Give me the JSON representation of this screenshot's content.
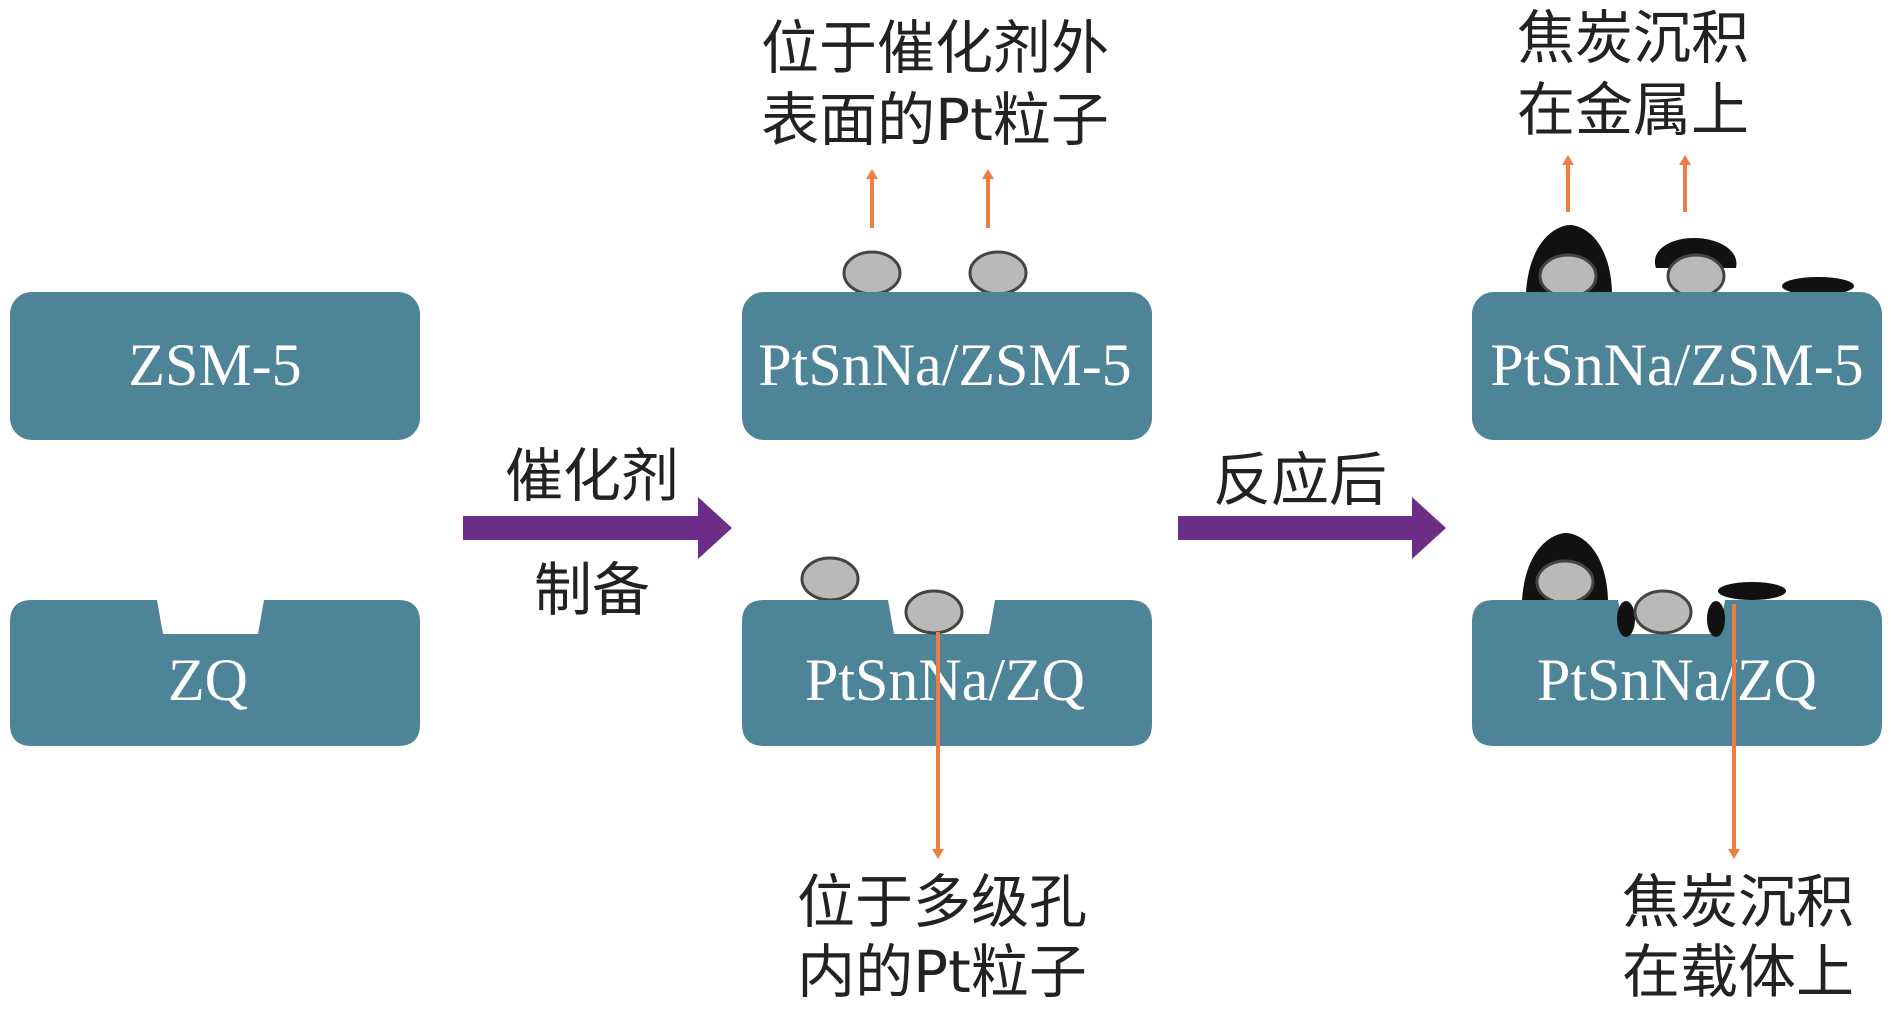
{
  "colors": {
    "support": "#4e8497",
    "particle": "#b9b9b9",
    "particle_stroke": "#444444",
    "coke": "#111111",
    "step_arrow": "#6b2d86",
    "pointer_arrow": "#ee7d45"
  },
  "supports": {
    "zsm5": "ZSM-5",
    "zq": "ZQ",
    "fresh_zsm5": "PtSnNa/ZSM-5",
    "fresh_zq": "PtSnNa/ZQ",
    "used_zsm5": "PtSnNa/ZSM-5",
    "used_zq": "PtSnNa/ZQ"
  },
  "steps": {
    "prep_line1": "催化剂",
    "prep_line2": "制备",
    "react": "反应后"
  },
  "annotations": {
    "external_pt_line1": "位于催化剂外",
    "external_pt_line2": "表面的Pt粒子",
    "pore_pt_line1": "位于多级孔",
    "pore_pt_line2": "内的Pt粒子",
    "coke_metal_line1": "焦炭沉积",
    "coke_metal_line2": "在金属上",
    "coke_support_line1": "焦炭沉积",
    "coke_support_line2": "在载体上"
  }
}
